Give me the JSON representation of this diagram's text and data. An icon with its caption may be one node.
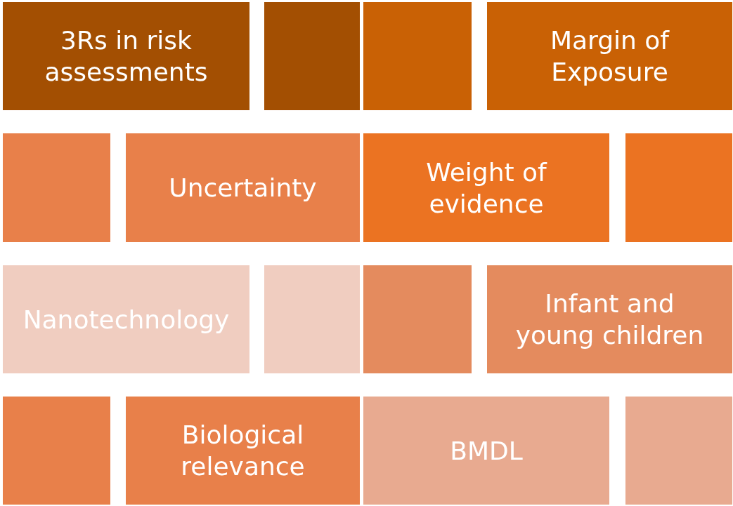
{
  "diagram": {
    "nodes": [
      {
        "text": [
          "3Rs in risk assessments"
        ]
      },
      {
        "text": [],
        "shape": "box"
      },
      {
        "text": [],
        "shape": "box"
      },
      {
        "text": [
          "Margin of Exposure"
        ]
      },
      {
        "text": [],
        "shape": "box"
      },
      {
        "text": [
          "Uncertainty"
        ]
      },
      {
        "text": [
          "Weight of evidence"
        ]
      },
      {
        "text": [],
        "shape": "box"
      },
      {
        "text": [
          "Nanotechnology"
        ]
      },
      {
        "text": [],
        "shape": "box"
      },
      {
        "text": [],
        "shape": "box"
      },
      {
        "text": [
          "Infant and young children"
        ]
      },
      {
        "text": [],
        "shape": "box"
      },
      {
        "text": [
          "Biological relevance"
        ]
      },
      {
        "text": [
          "BMDL"
        ]
      },
      {
        "text": [],
        "shape": "box"
      }
    ]
  }
}
